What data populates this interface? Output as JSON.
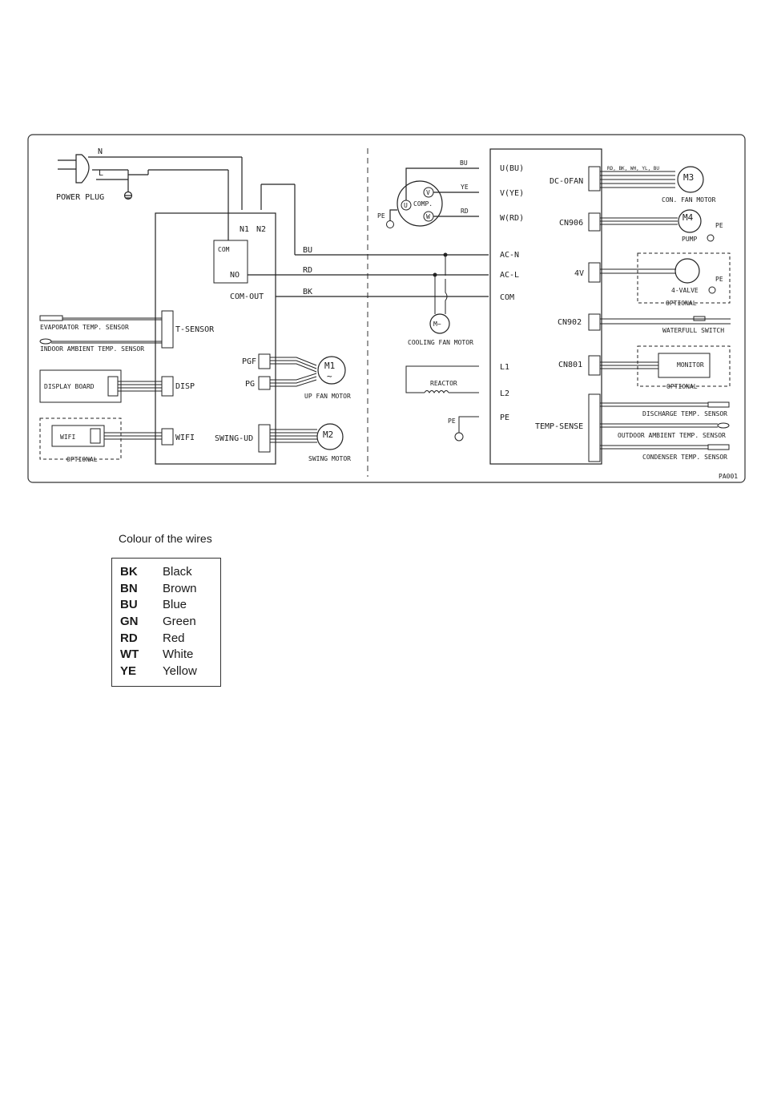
{
  "indoor": {
    "n": "N",
    "l": "L",
    "power_plug": "POWER PLUG",
    "n1": "N1",
    "n2": "N2",
    "com": "COM",
    "no": "NO",
    "com_out": "COM-OUT",
    "t_sensor": "T-SENSOR",
    "disp": "DISP",
    "wifi": "WIFI",
    "pgf": "PGF",
    "pg": "PG",
    "swing_ud": "SWING-UD",
    "evap_sensor": "EVAPORATOR TEMP. SENSOR",
    "indoor_amb_sensor": "INDOOR AMBIENT TEMP. SENSOR",
    "display_board": "DISPLAY BOARD",
    "wifi_module": "WIFI",
    "optional": "OPTIONAL",
    "m1": "M1",
    "up_fan_motor": "UP FAN MOTOR",
    "m2": "M2",
    "swing_motor": "SWING MOTOR"
  },
  "wires": {
    "bu": "BU",
    "rd": "RD",
    "bk": "BK",
    "ye": "YE"
  },
  "outdoor": {
    "u_bu": "U(BU)",
    "v_ye": "V(YE)",
    "w_rd": "W(RD)",
    "ac_n": "AC-N",
    "ac_l": "AC-L",
    "com": "COM",
    "l1": "L1",
    "l2": "L2",
    "pe": "PE",
    "comp": "COMP.",
    "u": "U",
    "v": "V",
    "w": "W",
    "pe_left": "PE",
    "pe_bottom": "PE",
    "cooling_fan": "COOLING FAN MOTOR",
    "m_fan": "M~",
    "reactor": "REACTOR",
    "dc_ofan": "DC-OFAN",
    "cn906": "CN906",
    "4v": "4V",
    "cn902": "CN902",
    "cn801": "CN801",
    "temp_sense": "TEMP-SENSE",
    "m3": "M3",
    "m3_wires": "RD, BK, WH, YL, BU",
    "con_fan_motor": "CON. FAN MOTOR",
    "m4": "M4",
    "pump": "PUMP",
    "pe_pump": "PE",
    "four_valve": "4-VALVE",
    "pe_valve": "PE",
    "optional1": "OPTIONAL",
    "waterfull": "WATERFULL SWITCH",
    "monitor": "MONITOR",
    "optional2": "OPTIONAL",
    "discharge": "DISCHARGE TEMP. SENSOR",
    "outdoor_amb": "OUTDOOR AMBIENT TEMP. SENSOR",
    "condenser": "CONDENSER TEMP. SENSOR",
    "code": "PA001"
  },
  "legend": {
    "title": "Colour of the wires",
    "items": [
      {
        "code": "BK",
        "name": "Black"
      },
      {
        "code": "BN",
        "name": "Brown"
      },
      {
        "code": "BU",
        "name": "Blue"
      },
      {
        "code": "GN",
        "name": "Green"
      },
      {
        "code": "RD",
        "name": "Red"
      },
      {
        "code": "WT",
        "name": "White"
      },
      {
        "code": "YE",
        "name": "Yellow"
      }
    ]
  }
}
